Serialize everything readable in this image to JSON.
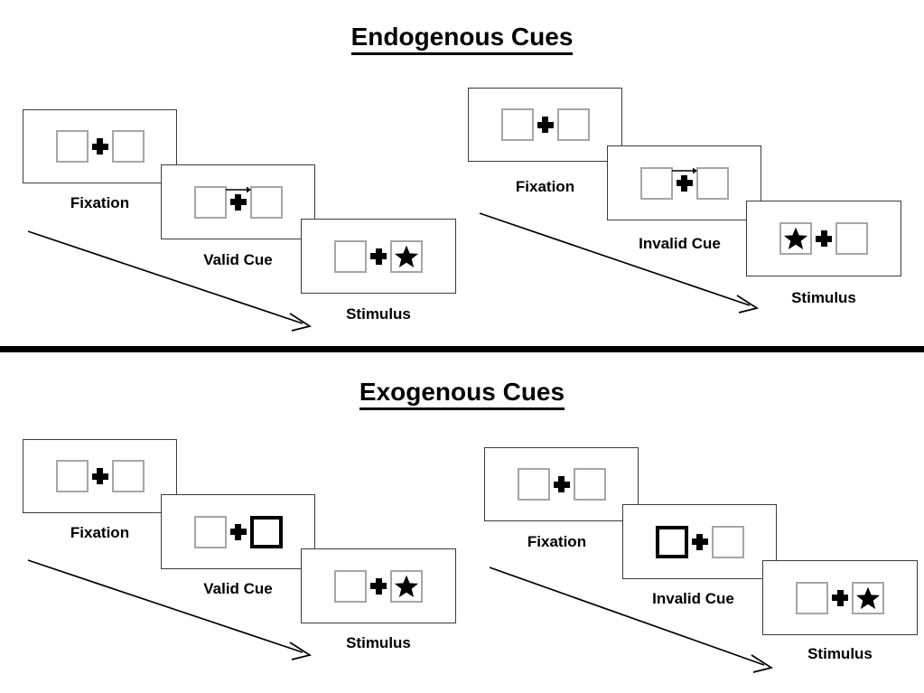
{
  "figure": {
    "title_endogenous": "Endogenous Cues",
    "title_exogenous": "Exogenous Cues",
    "divider_color": "#000000",
    "box_border_color": "#a6a6a6",
    "cued_box_border_color": "#000000",
    "panel_border_color": "#3b3b3b",
    "star_color": "#000000"
  },
  "labels": {
    "fixation": "Fixation",
    "valid_cue": "Valid Cue",
    "invalid_cue": "Invalid Cue",
    "stimulus": "Stimulus"
  },
  "sections": [
    {
      "id": "endogenous",
      "title": "Endogenous Cues",
      "cue_type": "central-arrow",
      "sequences": [
        {
          "id": "endogenous-valid",
          "condition": "Valid",
          "frames": [
            {
              "name": "fixation",
              "label": "Fixation",
              "left_box": "empty",
              "right_box": "empty",
              "cue": "none",
              "arrow_direction": ""
            },
            {
              "name": "cue",
              "label": "Valid Cue",
              "left_box": "empty",
              "right_box": "empty",
              "cue": "arrow-right",
              "arrow_direction": "right"
            },
            {
              "name": "stimulus",
              "label": "Stimulus",
              "left_box": "empty",
              "right_box": "star",
              "cue": "none",
              "arrow_direction": ""
            }
          ]
        },
        {
          "id": "endogenous-invalid",
          "condition": "Invalid",
          "frames": [
            {
              "name": "fixation",
              "label": "Fixation",
              "left_box": "empty",
              "right_box": "empty",
              "cue": "none",
              "arrow_direction": ""
            },
            {
              "name": "cue",
              "label": "Invalid Cue",
              "left_box": "empty",
              "right_box": "empty",
              "cue": "arrow-right",
              "arrow_direction": "right"
            },
            {
              "name": "stimulus",
              "label": "Stimulus",
              "left_box": "star",
              "right_box": "empty",
              "cue": "none",
              "arrow_direction": ""
            }
          ]
        }
      ]
    },
    {
      "id": "exogenous",
      "title": "Exogenous Cues",
      "cue_type": "peripheral-box-flash",
      "sequences": [
        {
          "id": "exogenous-valid",
          "condition": "Valid",
          "frames": [
            {
              "name": "fixation",
              "label": "Fixation",
              "left_box": "empty",
              "right_box": "empty",
              "cue": "none",
              "arrow_direction": ""
            },
            {
              "name": "cue",
              "label": "Valid Cue",
              "left_box": "empty",
              "right_box": "cued",
              "cue": "box-right",
              "arrow_direction": ""
            },
            {
              "name": "stimulus",
              "label": "Stimulus",
              "left_box": "empty",
              "right_box": "star",
              "cue": "none",
              "arrow_direction": ""
            }
          ]
        },
        {
          "id": "exogenous-invalid",
          "condition": "Invalid",
          "frames": [
            {
              "name": "fixation",
              "label": "Fixation",
              "left_box": "empty",
              "right_box": "empty",
              "cue": "none",
              "arrow_direction": ""
            },
            {
              "name": "cue",
              "label": "Invalid Cue",
              "left_box": "cued",
              "right_box": "empty",
              "cue": "box-left",
              "arrow_direction": ""
            },
            {
              "name": "stimulus",
              "label": "Stimulus",
              "left_box": "empty",
              "right_box": "star",
              "cue": "none",
              "arrow_direction": ""
            }
          ]
        }
      ]
    }
  ],
  "flow_arrows": [
    {
      "id": "flow-endogenous-valid",
      "from": "fixation",
      "to": "stimulus",
      "direction": "down-right"
    },
    {
      "id": "flow-endogenous-invalid",
      "from": "fixation",
      "to": "stimulus",
      "direction": "down-right"
    },
    {
      "id": "flow-exogenous-valid",
      "from": "fixation",
      "to": "stimulus",
      "direction": "down-right"
    },
    {
      "id": "flow-exogenous-invalid",
      "from": "fixation",
      "to": "stimulus",
      "direction": "down-right"
    }
  ]
}
